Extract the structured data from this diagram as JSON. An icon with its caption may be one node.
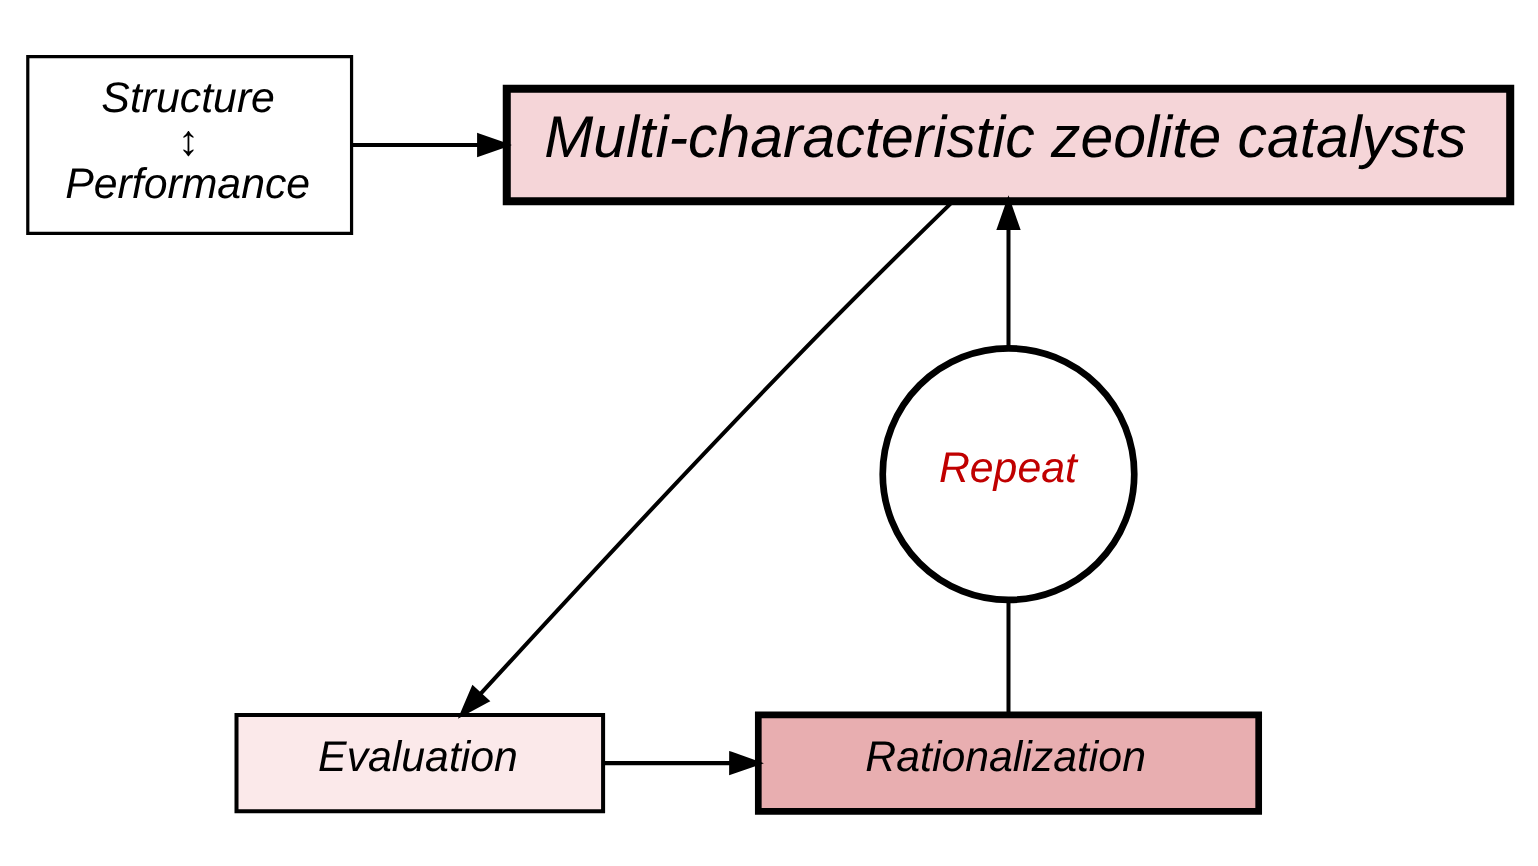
{
  "diagram": {
    "nodes": [
      {
        "text": [
          "Structure",
          "↕",
          "Performance"
        ]
      },
      {
        "text": [
          "Multi-characteristic zeolite catalysts"
        ]
      },
      {
        "text": [
          "Repeat"
        ]
      },
      {
        "text": [
          "Rationalization"
        ]
      },
      {
        "text": [
          "Evaluation"
        ]
      }
    ],
    "edges": [
      {
        "from": 0,
        "to": 1,
        "arrow": "to"
      },
      {
        "from": 1,
        "to": 4,
        "arrow": "to"
      },
      {
        "from": 4,
        "to": 3,
        "arrow": "to"
      },
      {
        "from": 3,
        "to": 2,
        "arrow": "none"
      },
      {
        "from": 2,
        "to": 1,
        "arrow": "to"
      }
    ]
  }
}
